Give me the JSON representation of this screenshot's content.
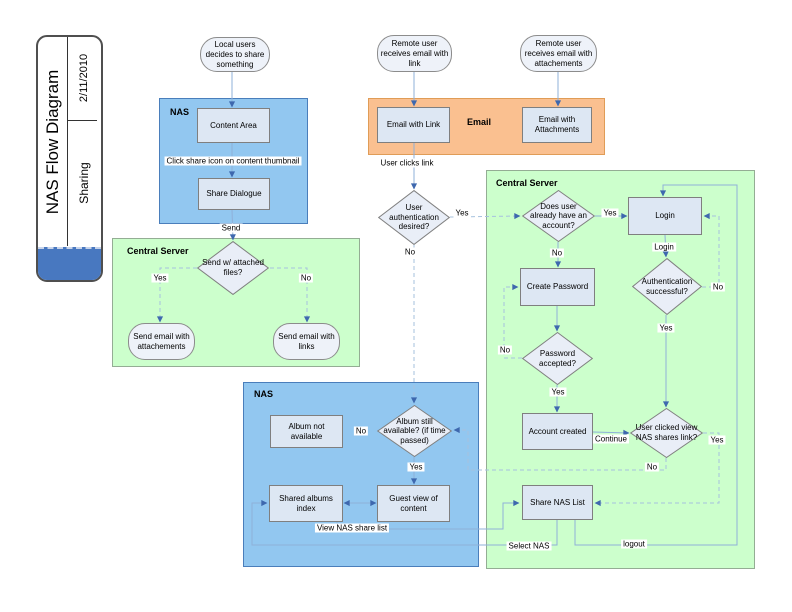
{
  "title_block": {
    "title": "NAS Flow Diagram",
    "date": "2/11/2010",
    "subtitle": "Sharing"
  },
  "containers": {
    "nas_top": "NAS",
    "email": "Email",
    "central_left": "Central Server",
    "central_right": "Central Server",
    "nas_bottom": "NAS"
  },
  "nodes": {
    "local_users": "Local users decides to share something",
    "remote_link": "Remote user receives email with link",
    "remote_attach": "Remote user receives email with attachements",
    "content_area": "Content Area",
    "share_dialogue": "Share Dialogue",
    "email_with_link": "Email with Link",
    "email_with_attachments": "Email with Attachments",
    "send_w_attached": "Send w/ attached files?",
    "send_email_attach": "Send email with attachements",
    "send_email_links": "Send email with links",
    "user_auth": "User authentication desired?",
    "does_user_account": "Does user already have an account?",
    "login": "Login",
    "create_password": "Create Password",
    "auth_successful": "Authentication successful?",
    "password_accepted": "Password accepted?",
    "account_created": "Account created",
    "user_clicked": "User clicked view NAS shares link?",
    "share_nas_list": "Share NAS List",
    "album_still": "Album still available? (if time passed)",
    "album_not_available": "Album not available",
    "shared_albums_index": "Shared albums index",
    "guest_view": "Guest view of content"
  },
  "edge_labels": {
    "click_share": "Click share icon on content thumbnail",
    "send": "Send",
    "user_clicks_link": "User clicks link",
    "yes_send": "Yes",
    "no_send": "No",
    "yes_auth": "Yes",
    "no_auth": "No",
    "yes_account": "Yes",
    "no_account": "No",
    "login": "Login",
    "no_auth_success": "No",
    "yes_auth_success": "Yes",
    "no_password": "No",
    "yes_password": "Yes",
    "continue": "Continue",
    "yes_clicked": "Yes",
    "no_clicked": "No",
    "no_album": "No",
    "yes_album": "Yes",
    "view_nas_share_list": "View NAS share list",
    "select_nas": "Select NAS",
    "logout": "logout"
  },
  "colors": {
    "nas_box": "#92C7F0",
    "server_box": "#CCFFCC",
    "email_box": "#FAC090",
    "node_fill": "#DDE7F3",
    "diamond_fill": "#E9EEF7",
    "oval_fill": "#EEF2F9",
    "connector": "#8FB0D9",
    "arrowhead": "#3E68AE",
    "title_footer": "#4878C0"
  }
}
